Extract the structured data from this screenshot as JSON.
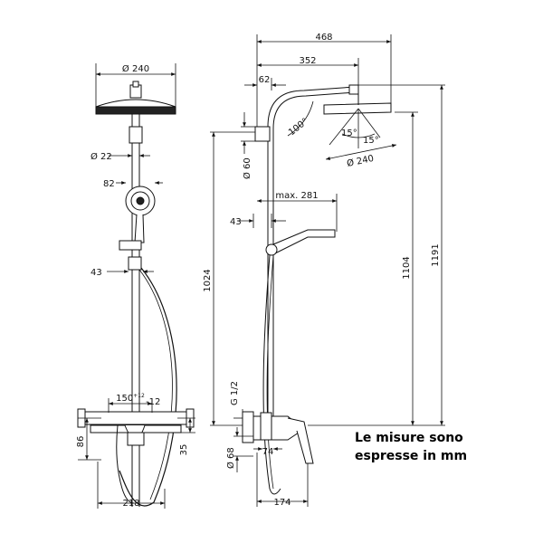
{
  "note": {
    "line1": "Le misure sono",
    "line2": "espresse in mm"
  },
  "front_view": {
    "head_diameter": "Ø 240",
    "pipe_diameter": "Ø 22",
    "hand_shower": "82",
    "holder_offset": "43",
    "spacing": "150",
    "spacing_sup": "+12",
    "spacing_sub": "-12",
    "mixer_height": "86",
    "mixer_drop": "35",
    "width": "218"
  },
  "side_view": {
    "total_reach": "468",
    "arm_reach": "352",
    "head_drop": "62",
    "angle_arm": "100°",
    "angle_a": "15°",
    "angle_b": "15°",
    "head_diameter": "Ø 240",
    "support_diameter": "Ø 60",
    "max_reach": "max. 281",
    "holder_offset": "43",
    "bar_height": "1024",
    "head_height": "1104",
    "overall_height": "1191",
    "inlet_thread": "G 1/2",
    "inlet_diameter": "Ø 68",
    "spout_offset": "74",
    "depth": "174"
  }
}
